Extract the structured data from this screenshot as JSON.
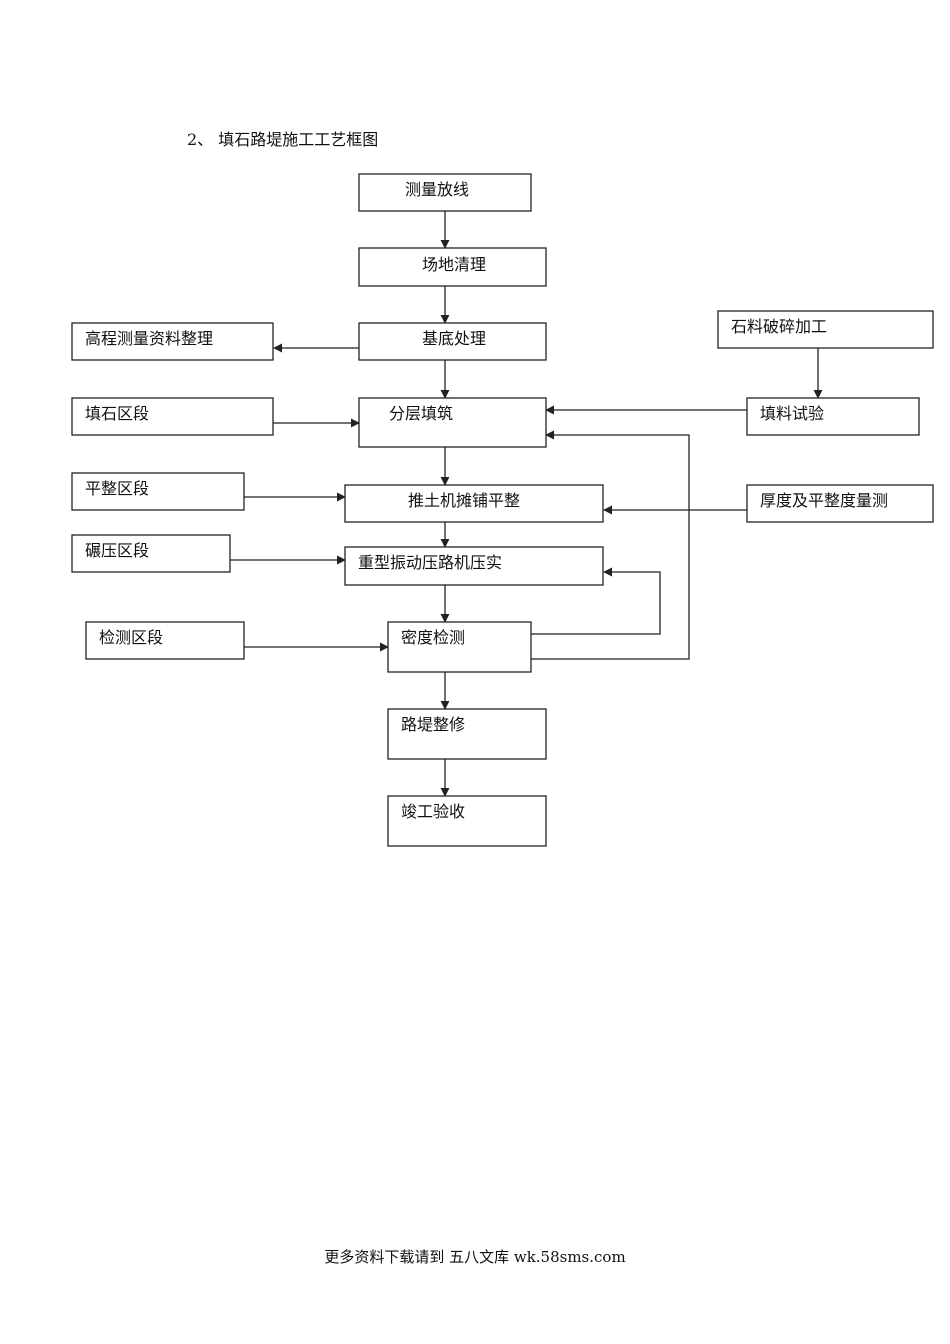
{
  "title": "2、 填石路堤施工工艺框图",
  "nodes": {
    "survey": "测量放线",
    "clearing": "场地清理",
    "base": "基底处理",
    "elevation_data": "高程测量资料整理",
    "stone_crushing": "石料破碎加工",
    "layer_fill": "分层填筑",
    "fill_section": "填石区段",
    "fill_test": "填料试验",
    "leveling_section": "平整区段",
    "bulldozer": "推土机摊铺平整",
    "thickness_measure": "厚度及平整度量测",
    "rolling_section": "碾压区段",
    "roller": "重型振动压路机压实",
    "testing_section": "检测区段",
    "density_test": "密度检测",
    "trimming": "路堤整修",
    "acceptance": "竣工验收"
  },
  "footer": "更多资料下载请到 五八文库 wk.58sms.com"
}
